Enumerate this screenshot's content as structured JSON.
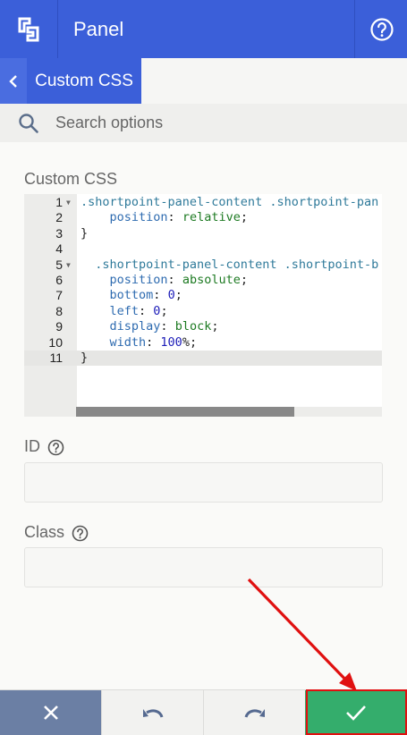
{
  "header": {
    "title": "Panel",
    "colors": {
      "primary": "#3b5fd9",
      "accent": "#34ad6c"
    }
  },
  "breadcrumb": {
    "label": "Custom CSS"
  },
  "search": {
    "placeholder": "Search options",
    "value": ""
  },
  "sections": {
    "custom_css_label": "Custom CSS",
    "id_label": "ID",
    "class_label": "Class"
  },
  "editor": {
    "lines": [
      {
        "n": "1",
        "text": ".shortpoint-panel-content .shortpoint-pan"
      },
      {
        "n": "2",
        "text": "    position: relative;"
      },
      {
        "n": "3",
        "text": "}"
      },
      {
        "n": "4",
        "text": ""
      },
      {
        "n": "5",
        "text": "  .shortpoint-panel-content .shortpoint-b"
      },
      {
        "n": "6",
        "text": "    position: absolute;"
      },
      {
        "n": "7",
        "text": "    bottom: 0;"
      },
      {
        "n": "8",
        "text": "    left: 0;"
      },
      {
        "n": "9",
        "text": "    display: block;"
      },
      {
        "n": "10",
        "text": "    width: 100%;"
      },
      {
        "n": "11",
        "text": "}"
      }
    ]
  },
  "fields": {
    "id_value": "",
    "class_value": ""
  },
  "footer": {
    "cancel_icon": "close-icon",
    "undo_icon": "undo-icon",
    "redo_icon": "redo-icon",
    "ok_icon": "check-icon"
  }
}
